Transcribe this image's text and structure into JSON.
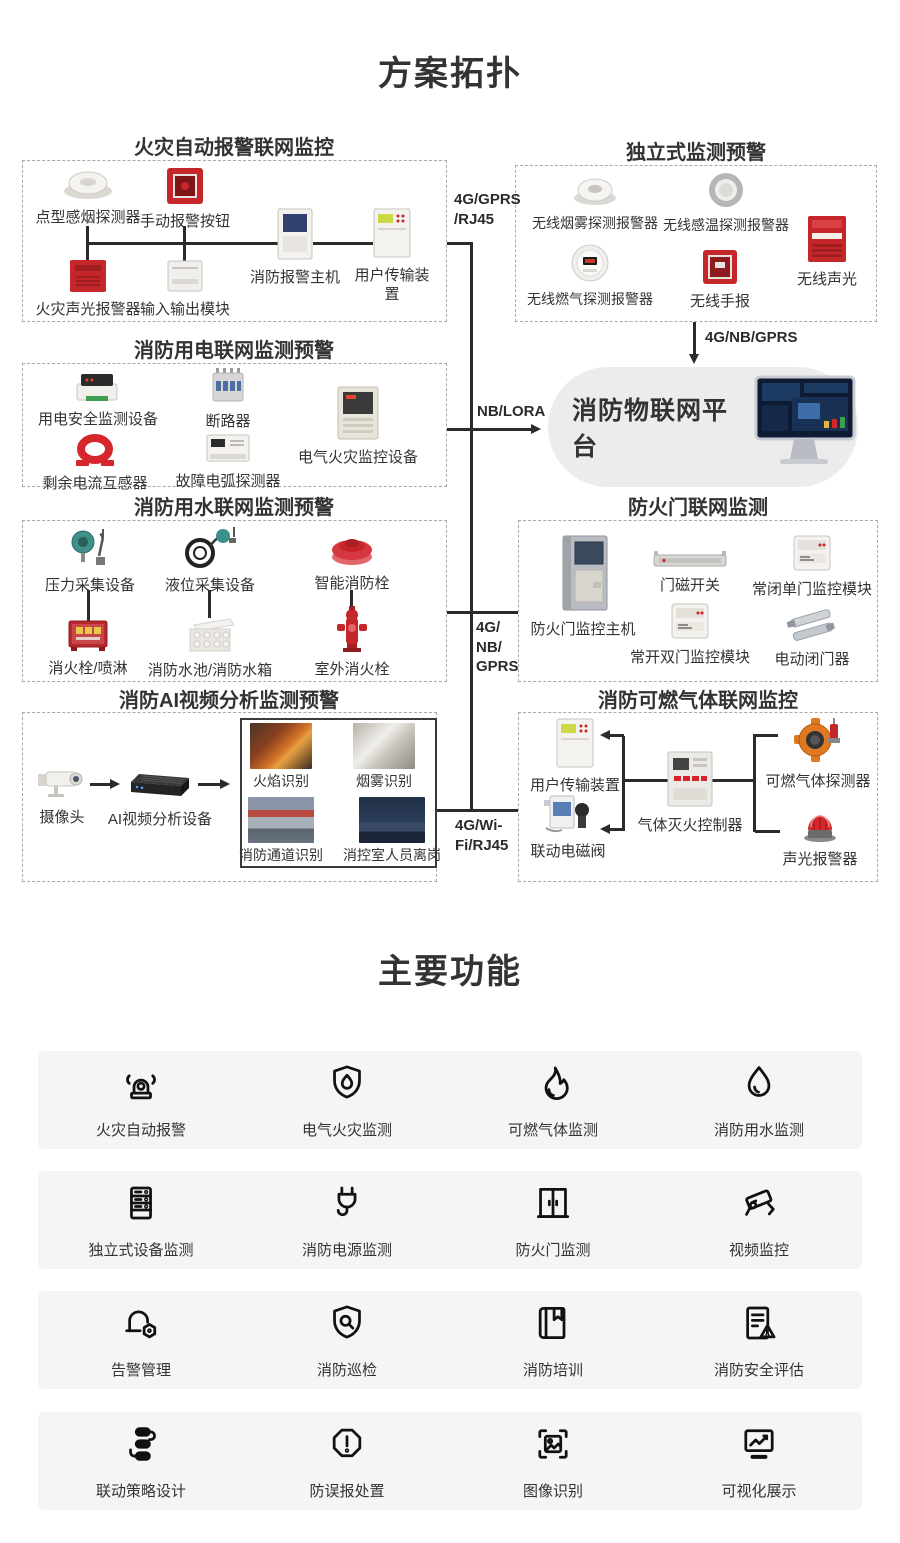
{
  "page": {
    "topology_title": "方案拓扑",
    "features_title": "主要功能"
  },
  "topology": {
    "platform": {
      "label": "消防物联网平台"
    },
    "links": {
      "fire_alarm_l1": "4G/GPRS",
      "fire_alarm_l2": "/RJ45",
      "standalone": "4G/NB/GPRS",
      "electrical": "NB/LORA",
      "water_l1": "4G/",
      "water_l2": "NB/",
      "water_l3": "GPRS",
      "ai_l1": "4G/Wi-",
      "ai_l2": "Fi/RJ45"
    },
    "boxes": [
      {
        "title": "火灾自动报警联网监控",
        "items": [
          {
            "label": "点型感烟探测器"
          },
          {
            "label": "手动报警按钮"
          },
          {
            "label": "消防报警主机"
          },
          {
            "label": "用户传输装置"
          },
          {
            "label": "火灾声光报警器"
          },
          {
            "label": "输入输出模块"
          }
        ]
      },
      {
        "title": "独立式监测预警",
        "items": [
          {
            "label": "无线烟雾探测报警器"
          },
          {
            "label": "无线感温探测报警器"
          },
          {
            "label": "无线声光"
          },
          {
            "label": "无线燃气探测报警器"
          },
          {
            "label": "无线手报"
          }
        ]
      },
      {
        "title": "消防用电联网监测预警",
        "items": [
          {
            "label": "用电安全监测设备"
          },
          {
            "label": "断路器"
          },
          {
            "label": "电气火灾监控设备"
          },
          {
            "label": "剩余电流互感器"
          },
          {
            "label": "故障电弧探测器"
          }
        ]
      },
      {
        "title": "消防用水联网监测预警",
        "items": [
          {
            "label": "压力采集设备"
          },
          {
            "label": "液位采集设备"
          },
          {
            "label": "智能消防栓"
          },
          {
            "label": "消火栓/喷淋"
          },
          {
            "label": "消防水池/消防水箱"
          },
          {
            "label": "室外消火栓"
          }
        ]
      },
      {
        "title": "防火门联网监测",
        "items": [
          {
            "label": "防火门监控主机"
          },
          {
            "label": "门磁开关"
          },
          {
            "label": "常闭单门监控模块"
          },
          {
            "label": "常开双门监控模块"
          },
          {
            "label": "电动闭门器"
          }
        ]
      },
      {
        "title": "消防AI视频分析监测预警",
        "items": [
          {
            "label": "摄像头"
          },
          {
            "label": "AI视频分析设备"
          },
          {
            "label": "火焰识别"
          },
          {
            "label": "烟雾识别"
          },
          {
            "label": "消防通道识别"
          },
          {
            "label": "消控室人员离岗"
          }
        ]
      },
      {
        "title": "消防可燃气体联网监控",
        "items": [
          {
            "label": "用户传输装置"
          },
          {
            "label": "联动电磁阀"
          },
          {
            "label": "气体灭火控制器"
          },
          {
            "label": "可燃气体探测器"
          },
          {
            "label": "声光报警器"
          }
        ]
      }
    ]
  },
  "features": {
    "rows": [
      [
        {
          "label": "火灾自动报警",
          "icon": "alarm-light-icon"
        },
        {
          "label": "电气火灾监测",
          "icon": "shield-flame-icon"
        },
        {
          "label": "可燃气体监测",
          "icon": "flame-icon"
        },
        {
          "label": "消防用水监测",
          "icon": "water-drop-icon"
        }
      ],
      [
        {
          "label": "独立式设备监测",
          "icon": "device-rack-icon"
        },
        {
          "label": "消防电源监测",
          "icon": "power-plug-icon"
        },
        {
          "label": "防火门监测",
          "icon": "door-icon"
        },
        {
          "label": "视频监控",
          "icon": "cctv-icon"
        }
      ],
      [
        {
          "label": "告警管理",
          "icon": "alert-manage-icon"
        },
        {
          "label": "消防巡检",
          "icon": "shield-search-icon"
        },
        {
          "label": "消防培训",
          "icon": "book-icon"
        },
        {
          "label": "消防安全评估",
          "icon": "doc-warning-icon"
        }
      ],
      [
        {
          "label": "联动策略设计",
          "icon": "strategy-icon"
        },
        {
          "label": "防误报处置",
          "icon": "octagon-alert-icon"
        },
        {
          "label": "图像识别",
          "icon": "image-scan-icon"
        },
        {
          "label": "可视化展示",
          "icon": "chart-monitor-icon"
        }
      ]
    ]
  },
  "colors": {
    "accent_red": "#c4262a",
    "line": "#2b2b2b",
    "platform_bg": "#ececec",
    "card_bg": "#f5f5f6",
    "dashed_border": "#a9a9a9"
  }
}
